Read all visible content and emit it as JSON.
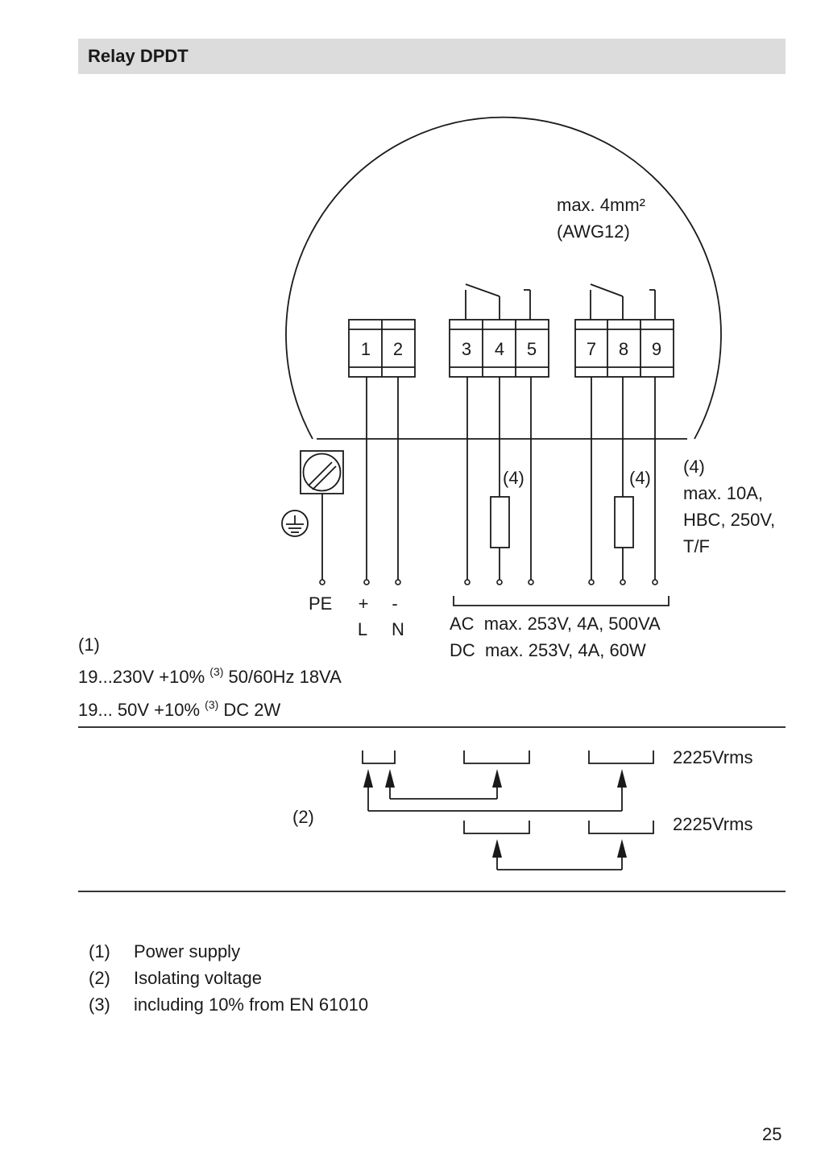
{
  "header": {
    "title": "Relay DPDT"
  },
  "diagram": {
    "wire_gauge": {
      "line1": "max. 4mm²",
      "line2": "(AWG12)"
    },
    "terminals": [
      "1",
      "2",
      "3",
      "4",
      "5",
      "7",
      "8",
      "9"
    ],
    "fuse_label": "(4)",
    "fuse_note": {
      "ref": "(4)",
      "line1": "max. 10A,",
      "line2": "HBC, 250V,",
      "line3": "T/F"
    },
    "power_labels": {
      "pe": "PE",
      "plus": "+",
      "minus": "-",
      "l": "L",
      "n": "N"
    },
    "contact_rating": {
      "ac": "AC  max. 253V, 4A, 500VA",
      "dc": "DC  max. 253V, 4A, 60W"
    },
    "power_supply": {
      "ref": "(1)",
      "line1_a": "19...230V +10% ",
      "line1_sup": "(3)",
      "line1_b": " 50/60Hz 18VA",
      "line2_a": "19... 50V +10% ",
      "line2_sup": "(3)",
      "line2_b": " DC 2W"
    },
    "isolation": {
      "ref": "(2)",
      "voltage_top": "2225Vrms",
      "voltage_bottom": "2225Vrms"
    }
  },
  "footnotes": [
    {
      "num": "(1)",
      "text": "Power supply"
    },
    {
      "num": "(2)",
      "text": "Isolating voltage"
    },
    {
      "num": "(3)",
      "text": "including 10% from EN 61010"
    }
  ],
  "page_number": "25",
  "colors": {
    "header_background": "#dcdcdc",
    "line": "#1a1a1a"
  }
}
